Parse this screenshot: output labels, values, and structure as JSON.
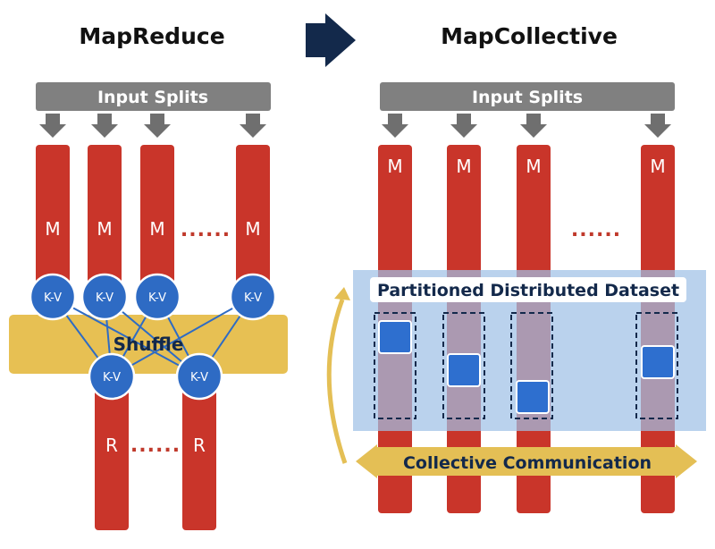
{
  "mapreduce": {
    "title": "MapReduce",
    "input_bar": "Input Splits",
    "map_label": "M",
    "kv_label": "K-V",
    "shuffle_label": "Shuffle",
    "reduce_label": "R",
    "ellipsis": "......"
  },
  "mapcollective": {
    "title": "MapCollective",
    "input_bar": "Input Splits",
    "map_label": "M",
    "dataset_label": "Partitioned Distributed Dataset",
    "collective_label": "Collective Communication",
    "ellipsis": "......"
  },
  "colors": {
    "title": "#111111",
    "input_bar": "#808080",
    "arrow_gray": "#6f6f6f",
    "column_red": "#c9352a",
    "kv_circle": "#2e6bc4",
    "shuffle_band": "#e7c053",
    "dataset_panel": "#b4cdea",
    "data_block": "#2e6fcf",
    "transition_arrow": "#13294b",
    "dots": "#c0392b",
    "collective_arrow": "#e4bf55",
    "collective_text": "#13294b"
  }
}
